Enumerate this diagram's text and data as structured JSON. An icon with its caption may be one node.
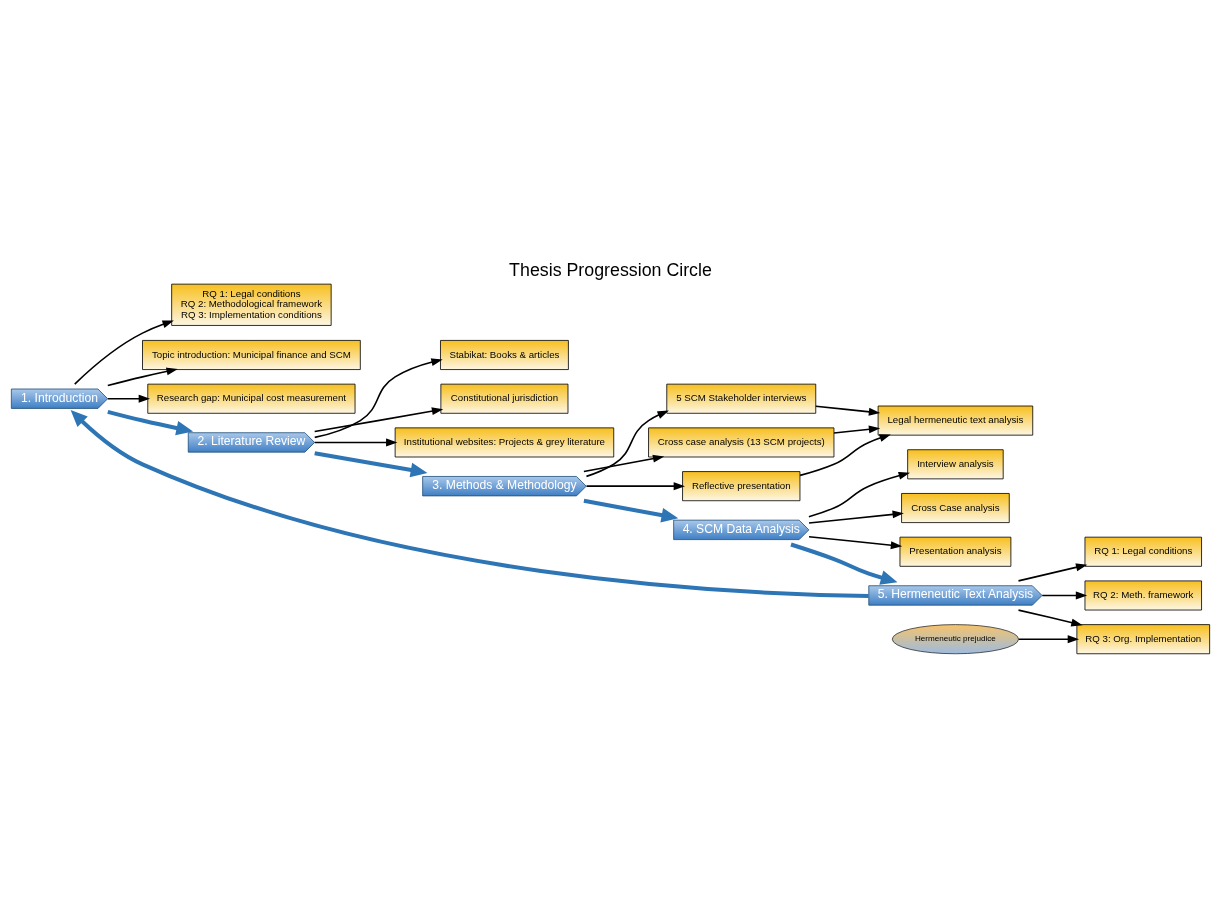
{
  "diagram": {
    "title": "Thesis Progression Circle",
    "nodes": [
      {
        "text": [
          "1. Introduction"
        ]
      },
      {
        "text": [
          "RQ 1: Legal conditions",
          "RQ 2: Methodological framework",
          "RQ 3: Implementation conditions"
        ]
      },
      {
        "text": [
          "Topic introduction: Municipal finance and SCM"
        ]
      },
      {
        "text": [
          "Research gap: Municipal cost measurement"
        ]
      },
      {
        "text": [
          "2. Literature Review"
        ]
      },
      {
        "text": [
          "Stabikat: Books & articles"
        ]
      },
      {
        "text": [
          "Constitutional jurisdiction"
        ]
      },
      {
        "text": [
          "Institutional websites: Projects & grey literature"
        ]
      },
      {
        "text": [
          "3. Methods & Methodology"
        ]
      },
      {
        "text": [
          "5 SCM Stakeholder interviews"
        ]
      },
      {
        "text": [
          "Cross case analysis (13 SCM projects)"
        ]
      },
      {
        "text": [
          "Reflective presentation"
        ]
      },
      {
        "text": [
          "Legal hermeneutic text analysis"
        ]
      },
      {
        "text": [
          "4. SCM Data Analysis"
        ]
      },
      {
        "text": [
          "Interview analysis"
        ]
      },
      {
        "text": [
          "Cross Case analysis"
        ]
      },
      {
        "text": [
          "Presentation analysis"
        ]
      },
      {
        "text": [
          "5. Hermeneutic Text Analysis"
        ]
      },
      {
        "text": [
          "RQ 1: Legal conditions"
        ]
      },
      {
        "text": [
          "RQ 2: Meth. framework"
        ]
      },
      {
        "text": [
          "RQ 3: Org. Implementation"
        ]
      },
      {
        "text": [
          "Hermeneutic prejudice"
        ]
      }
    ],
    "edges": [
      {
        "from": 0,
        "to": 1,
        "arrow": "to"
      },
      {
        "from": 0,
        "to": 2,
        "arrow": "to"
      },
      {
        "from": 0,
        "to": 3,
        "arrow": "to"
      },
      {
        "from": 0,
        "to": 4,
        "arrow": "to",
        "style": "thick",
        "color": "#2e75b6"
      },
      {
        "from": 4,
        "to": 5,
        "arrow": "to"
      },
      {
        "from": 4,
        "to": 6,
        "arrow": "to"
      },
      {
        "from": 4,
        "to": 7,
        "arrow": "to"
      },
      {
        "from": 4,
        "to": 8,
        "arrow": "to",
        "style": "thick",
        "color": "#2e75b6"
      },
      {
        "from": 8,
        "to": 9,
        "arrow": "to"
      },
      {
        "from": 8,
        "to": 10,
        "arrow": "to"
      },
      {
        "from": 8,
        "to": 11,
        "arrow": "to"
      },
      {
        "from": 9,
        "to": 12,
        "arrow": "to"
      },
      {
        "from": 10,
        "to": 12,
        "arrow": "to"
      },
      {
        "from": 11,
        "to": 12,
        "arrow": "to"
      },
      {
        "from": 8,
        "to": 13,
        "arrow": "to",
        "style": "thick",
        "color": "#2e75b6"
      },
      {
        "from": 13,
        "to": 14,
        "arrow": "to"
      },
      {
        "from": 13,
        "to": 15,
        "arrow": "to"
      },
      {
        "from": 13,
        "to": 16,
        "arrow": "to"
      },
      {
        "from": 13,
        "to": 17,
        "arrow": "to",
        "style": "thick",
        "color": "#2e75b6"
      },
      {
        "from": 17,
        "to": 18,
        "arrow": "to"
      },
      {
        "from": 17,
        "to": 19,
        "arrow": "to"
      },
      {
        "from": 17,
        "to": 20,
        "arrow": "to"
      },
      {
        "from": 21,
        "to": 20,
        "arrow": "to"
      },
      {
        "from": 17,
        "to": 0,
        "arrow": "to",
        "style": "thick",
        "color": "#2e75b6"
      }
    ]
  }
}
